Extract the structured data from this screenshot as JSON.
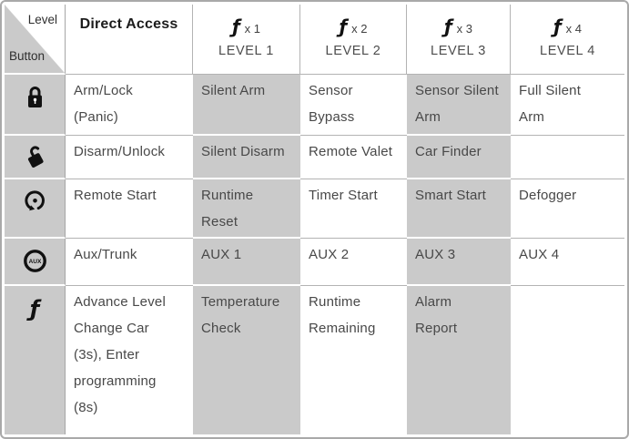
{
  "legend": {
    "level_label": "Level",
    "button_label": "Button"
  },
  "symbols": {
    "f": "ƒ",
    "aux": "AUX"
  },
  "header": {
    "direct_access": "Direct Access",
    "levels": [
      {
        "multiplier": "x 1",
        "name": "LEVEL 1"
      },
      {
        "multiplier": "x 2",
        "name": "LEVEL 2"
      },
      {
        "multiplier": "x 3",
        "name": "LEVEL 3"
      },
      {
        "multiplier": "x 4",
        "name": "LEVEL 4"
      }
    ]
  },
  "rows": [
    {
      "button_icon": "lock-icon",
      "direct_access": "Arm/Lock\n(Panic)",
      "level1": "Silent Arm",
      "level2": "Sensor\nBypass",
      "level3": "Sensor Silent\nArm",
      "level4": "Full Silent\nArm"
    },
    {
      "button_icon": "unlock-icon",
      "direct_access": "Disarm/Unlock",
      "level1": "Silent Disarm",
      "level2": "Remote Valet",
      "level3": "Car Finder",
      "level4": ""
    },
    {
      "button_icon": "remote-start-icon",
      "direct_access": "Remote Start",
      "level1": "Runtime\nReset",
      "level2": "Timer Start",
      "level3": "Smart Start",
      "level4": "Defogger"
    },
    {
      "button_icon": "aux-trunk-icon",
      "direct_access": "Aux/Trunk",
      "level1": "AUX 1",
      "level2": "AUX 2",
      "level3": "AUX 3",
      "level4": "AUX 4"
    },
    {
      "button_icon": "f-button-icon",
      "direct_access": "Advance Level\nChange Car\n(3s), Enter\nprogramming\n(8s)",
      "level1": "Temperature\nCheck",
      "level2": "Runtime\nRemaining",
      "level3": "Alarm\nReport",
      "level4": ""
    }
  ],
  "colors": {
    "cell_gray": "#cacaca",
    "grid_line": "#b3b3b3",
    "frame": "#a9a9a9",
    "text": "#484848"
  }
}
